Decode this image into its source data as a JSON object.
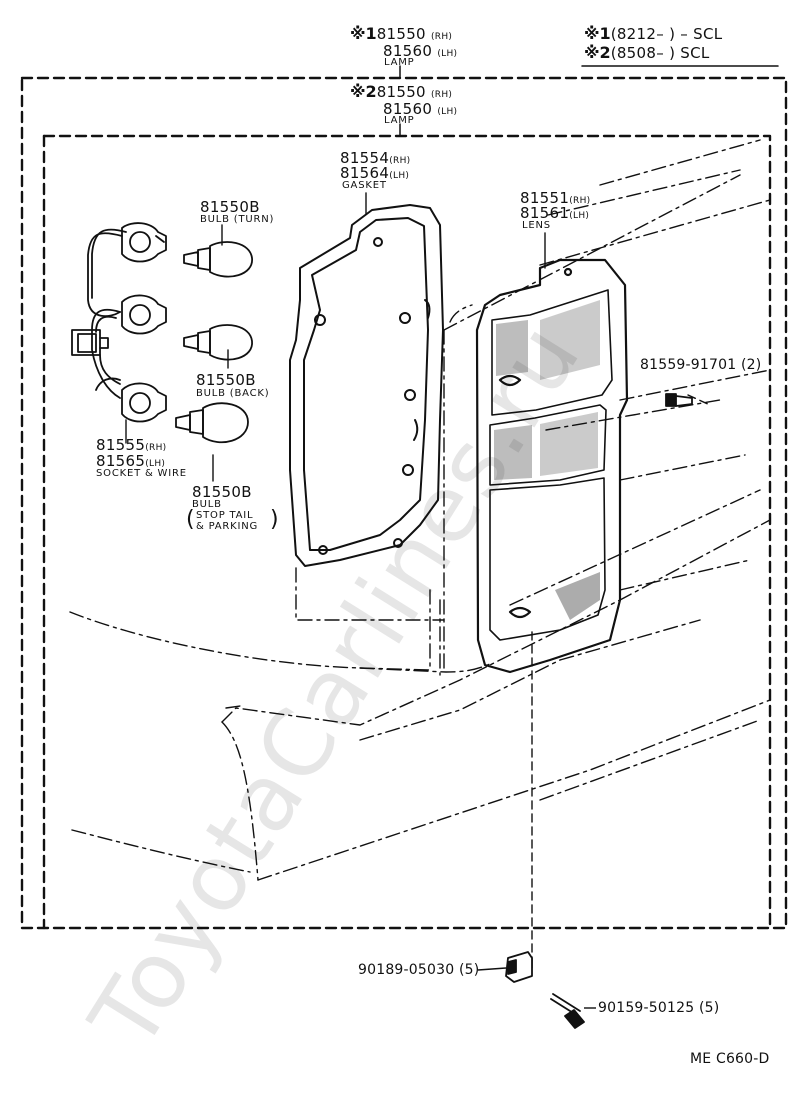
{
  "watermark": "ToyotaCarlines.ru",
  "code_notes": {
    "note1": {
      "symbol": "※1",
      "text": "(8212–      ) – SCL"
    },
    "note2": {
      "symbol": "※2",
      "text": "(8508–      ) SCL"
    }
  },
  "assembly_1": {
    "symbol": "※1",
    "rh_number": "81550",
    "lh_number": "81560",
    "rh_tag": "(RH)",
    "lh_tag": "(LH)",
    "name": "LAMP"
  },
  "assembly_2": {
    "symbol": "※2",
    "rh_number": "81550",
    "lh_number": "81560",
    "rh_tag": "(RH)",
    "lh_tag": "(LH)",
    "name": "LAMP"
  },
  "parts": {
    "gasket": {
      "rh_number": "81554",
      "lh_number": "81564",
      "rh_tag": "(RH)",
      "lh_tag": "(LH)",
      "name": "GASKET"
    },
    "lens": {
      "rh_number": "81551",
      "lh_number": "81561",
      "rh_tag": "(RH)",
      "lh_tag": "(LH)",
      "name": "LENS"
    },
    "bulb_turn": {
      "number": "81550B",
      "name": "BULB (TURN)"
    },
    "bulb_back": {
      "number": "81550B",
      "name": "BULB (BACK)"
    },
    "bulb_stop": {
      "number": "81550B",
      "name_line1": "BULB",
      "name_line2": "STOP TAIL",
      "name_line3": "& PARKING",
      "bracket_open": "(",
      "bracket_close": ")"
    },
    "socket": {
      "rh_number": "81555",
      "lh_number": "81565",
      "rh_tag": "(RH)",
      "lh_tag": "(LH)",
      "name": "SOCKET & WIRE"
    },
    "screw_lens": {
      "number": "81559-91701",
      "qty": "(2)"
    },
    "nut": {
      "number": "90189-05030",
      "qty": "(5)"
    },
    "screw": {
      "number": "90159-50125",
      "qty": "(5)"
    }
  },
  "figure_code": "ME  C660-D"
}
